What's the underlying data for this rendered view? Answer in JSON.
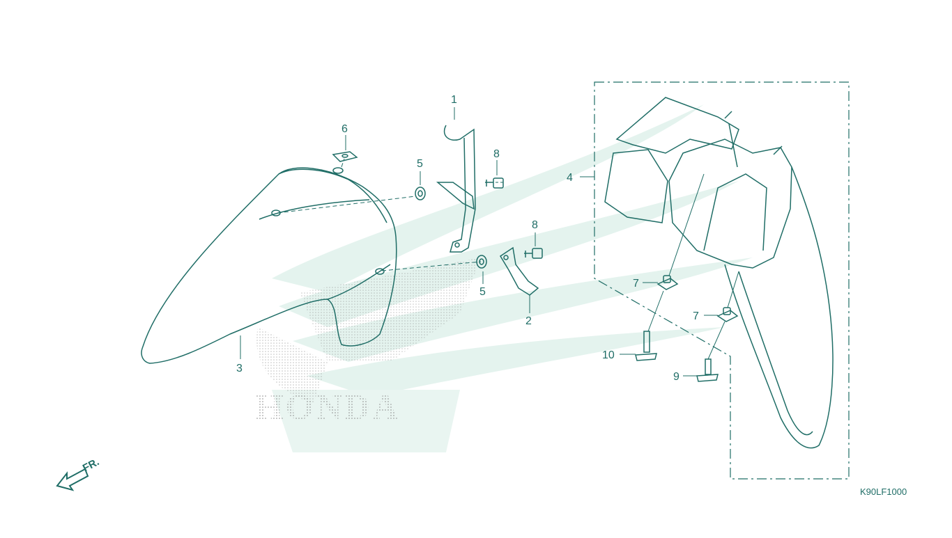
{
  "diagram": {
    "code": "K90LF1000",
    "front_marker": "FR.",
    "watermark_brand": "HONDA",
    "colors": {
      "line": "#1f6d66",
      "watermark": "#e4f3ee",
      "dots": "#8a8a8a"
    },
    "callouts": {
      "c1": "1",
      "c2": "2",
      "c3": "3",
      "c4": "4",
      "c5a": "5",
      "c5b": "5",
      "c6": "6",
      "c7a": "7",
      "c7b": "7",
      "c8a": "8",
      "c8b": "8",
      "c9": "9",
      "c10": "10"
    }
  }
}
